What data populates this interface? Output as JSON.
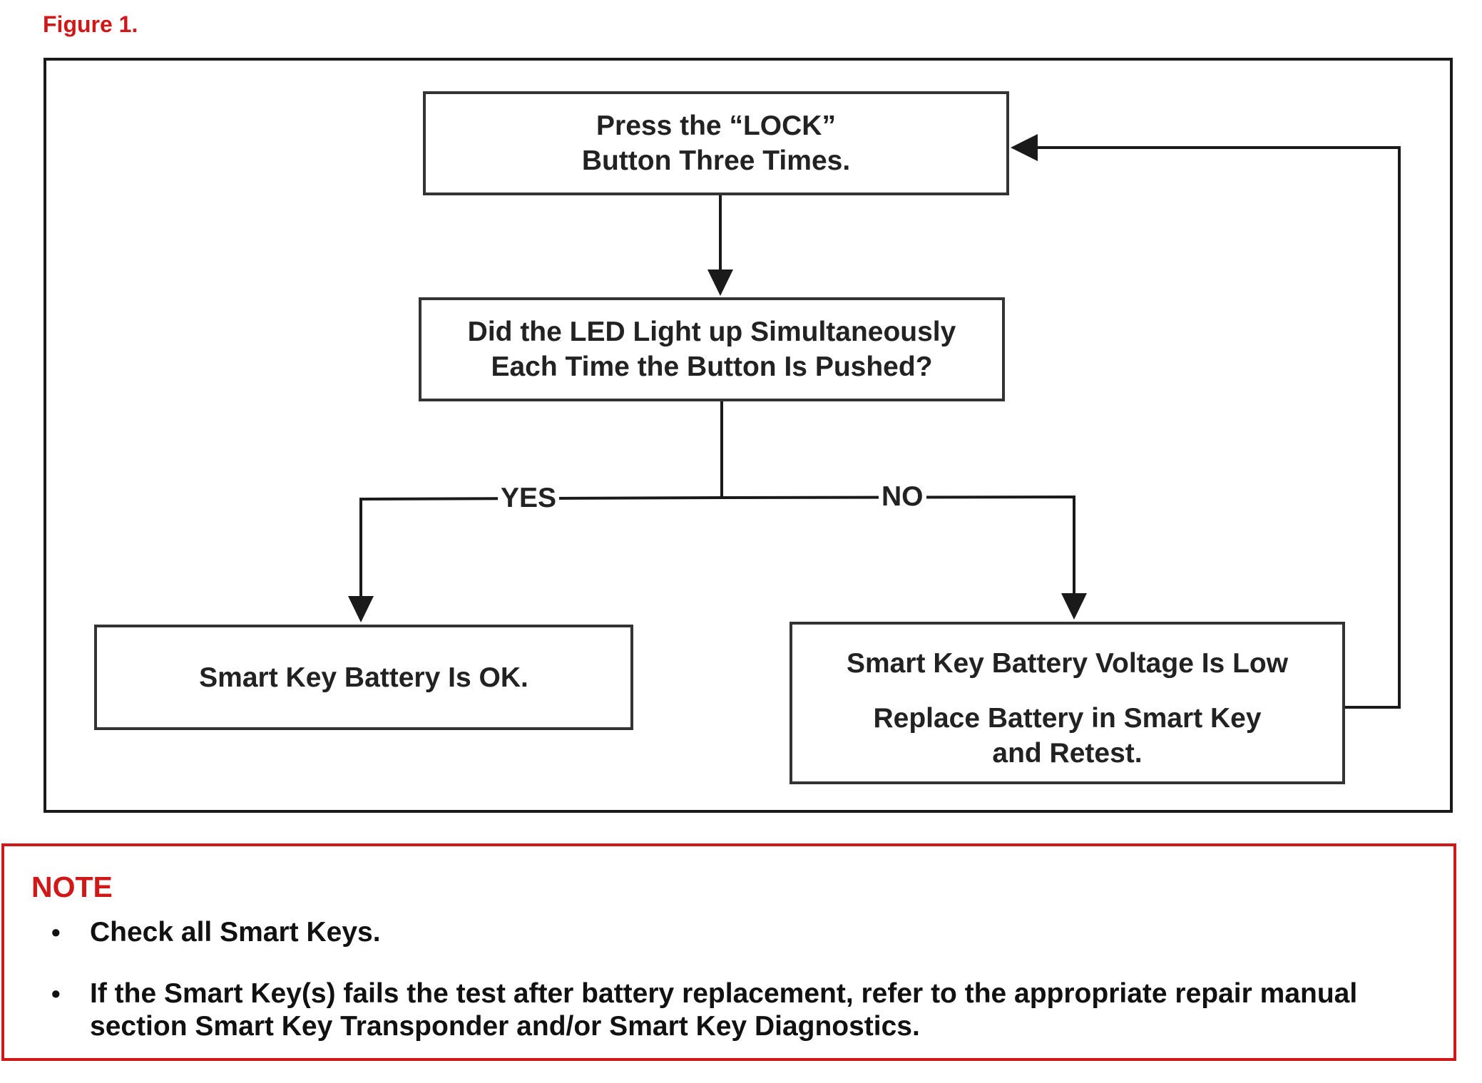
{
  "figure": {
    "label": "Figure 1."
  },
  "flowchart": {
    "step_lock": {
      "line1": "Press the “LOCK”",
      "line2": "Button Three Times."
    },
    "decision_led": {
      "line1": "Did the LED Light up Simultaneously",
      "line2": "Each Time the Button Is Pushed?"
    },
    "branch_yes": "YES",
    "branch_no": "NO",
    "result_ok": "Smart Key Battery Is OK.",
    "result_low": {
      "line1": "Smart Key Battery Voltage Is Low",
      "line2": "Replace Battery in Smart Key",
      "line3": "and Retest."
    }
  },
  "note": {
    "title": "NOTE",
    "bullet_symbol": "•",
    "items": [
      "Check all Smart Keys.",
      "If the Smart Key(s) fails the test after battery replacement, refer to the appropriate repair manual section Smart Key Transponder and/or Smart Key Diagnostics."
    ]
  },
  "colors": {
    "accent_red": "#d01818",
    "line": "#1a1a1a"
  }
}
